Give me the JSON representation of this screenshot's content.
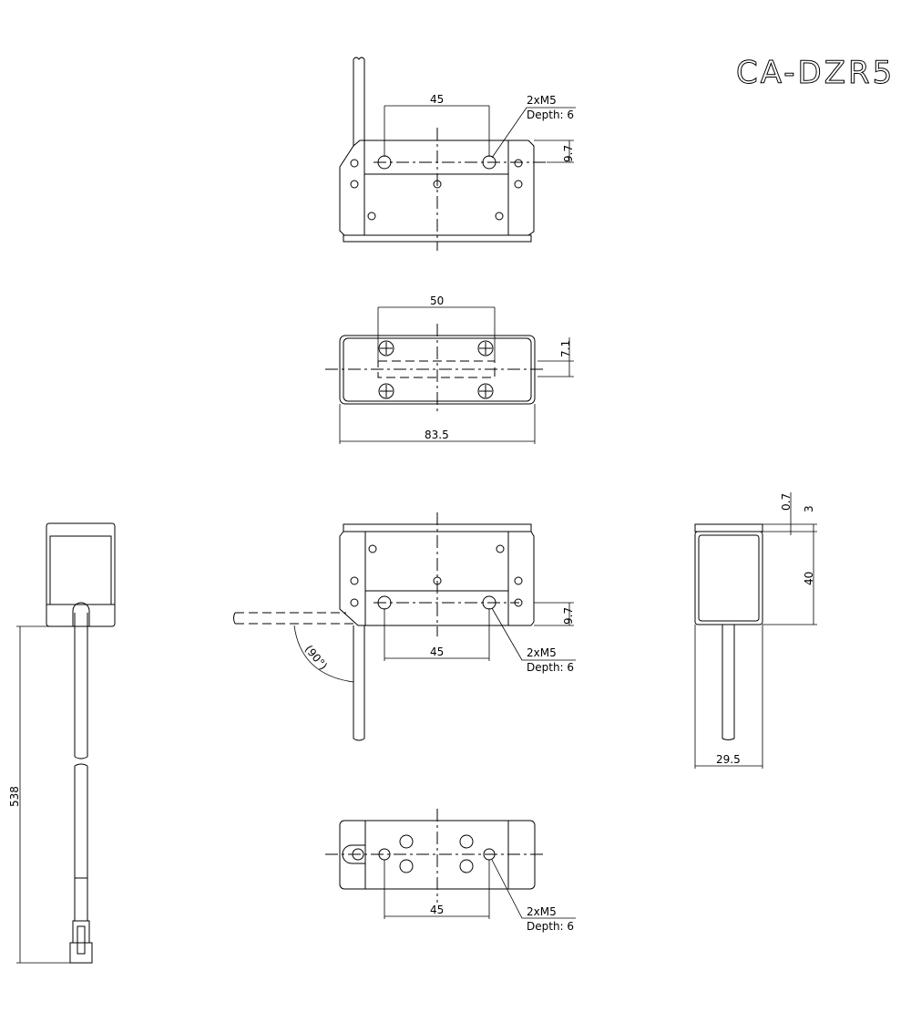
{
  "title": "CA-DZR5",
  "views": {
    "top_view": {
      "dim_hole_spacing": "45",
      "dim_edge_offset": "9.7",
      "callout_line1": "2xM5",
      "callout_line2": "Depth: 6"
    },
    "second_view": {
      "dim_screw_spacing": "50",
      "dim_offset": "7.1",
      "dim_overall_width": "83.5"
    },
    "front_view": {
      "dim_hole_spacing": "45",
      "dim_edge_offset": "9.7",
      "angle_label": "(90°)",
      "callout_line1": "2xM5",
      "callout_line2": "Depth: 6"
    },
    "side_view": {
      "dim_top_small": "0.7",
      "dim_top_plate": "3",
      "dim_height": "40",
      "dim_width": "29.5"
    },
    "cable_view": {
      "dim_cable_length": "538"
    },
    "bottom_view": {
      "dim_hole_spacing": "45",
      "callout_line1": "2xM5",
      "callout_line2": "Depth: 6"
    }
  }
}
